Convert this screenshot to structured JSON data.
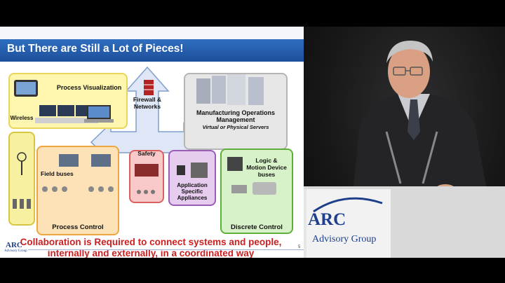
{
  "slide": {
    "title": "But There are Still a Lot of Pieces!",
    "labels": {
      "process_visualization": "Process Visualization",
      "firewall": "Firewall & Networks",
      "mom": "Manufacturing Operations Management",
      "virtual": "Virtual or Physical Servers",
      "wireless": "Wireless",
      "field_buses": "Field buses",
      "process_control": "Process Control",
      "safety": "Safety",
      "application_appliances": "Application Specific Appliances",
      "logic_motion": "Logic & Motion Device buses",
      "discrete_control": "Discrete Control"
    },
    "collaboration": "Collaboration is Required to connect systems and people, internally and externally, in a coordinated way",
    "footer": {
      "logo_main": "ARC",
      "logo_sub": "Advisory Group",
      "page_number": "5"
    },
    "colors": {
      "title_bar": "#1d4f9a",
      "collab_text": "#cc1f1f"
    }
  },
  "podium": {
    "logo_main": "ARC",
    "logo_sub": "Advisory Group"
  }
}
